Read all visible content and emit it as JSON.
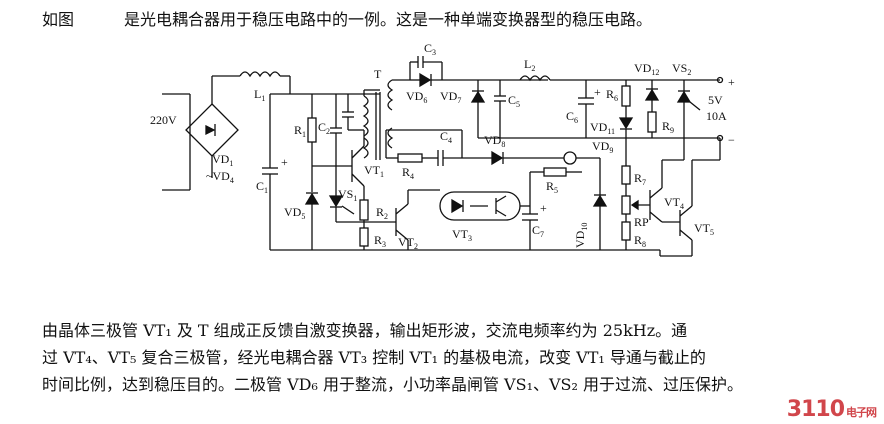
{
  "header": {
    "lead": "如图",
    "text": "是光电耦合器用于稳压电路中的一例。这是一种单端变换器型的稳压电路。"
  },
  "schematic": {
    "labels": {
      "ac": "220V",
      "vd1": "VD",
      "vd1_sub": "1",
      "vd1_range": "~VD",
      "vd1_range_sub": "4",
      "l1": "L",
      "l1_sub": "1",
      "c1": "C",
      "c1_sub": "1",
      "r1": "R",
      "r1_sub": "1",
      "c2": "C",
      "c2_sub": "2",
      "t": "T",
      "c3": "C",
      "c3_sub": "3",
      "vd6": "VD",
      "vd6_sub": "6",
      "vd7": "VD",
      "vd7_sub": "7",
      "c5": "C",
      "c5_sub": "5",
      "l2": "L",
      "l2_sub": "2",
      "vd12": "VD",
      "vd12_sub": "12",
      "vs2": "VS",
      "vs2_sub": "2",
      "out_v": "5V",
      "out_a": "10A",
      "plus": "+",
      "minus": "−",
      "r6": "R",
      "r6_sub": "6",
      "c6": "C",
      "c6_sub": "6",
      "vd11": "VD",
      "vd11_sub": "11",
      "r9": "R",
      "r9_sub": "9",
      "vd9": "VD",
      "vd9_sub": "9",
      "vt1": "VT",
      "vt1_sub": "1",
      "r4": "R",
      "r4_sub": "4",
      "c4": "C",
      "c4_sub": "4",
      "vd8": "VD",
      "vd8_sub": "8",
      "vd5": "VD",
      "vd5_sub": "5",
      "vs1": "VS",
      "vs1_sub": "1",
      "r2": "R",
      "r2_sub": "2",
      "r3": "R",
      "r3_sub": "3",
      "vt2": "VT",
      "vt2_sub": "2",
      "vt3": "VT",
      "vt3_sub": "3",
      "r5": "R",
      "r5_sub": "5",
      "c7": "C",
      "c7_sub": "7",
      "vd10": "VD",
      "vd10_sub": "10",
      "r7": "R",
      "r7_sub": "7",
      "rp": "RP",
      "r8": "R",
      "r8_sub": "8",
      "vt4": "VT",
      "vt4_sub": "4",
      "vt5": "VT",
      "vt5_sub": "5"
    }
  },
  "body": {
    "line1": "由晶体三极管 VT₁ 及 T 组成正反馈自激变换器，输出矩形波，交流电频率约为 25kHz。通",
    "line2": "过 VT₄、VT₅ 复合三极管，经光电耦合器 VT₃ 控制 VT₁ 的基极电流，改变 VT₁ 导通与截止的",
    "line3": "时间比例，达到稳压目的。二极管 VD₆ 用于整流，小功率晶闸管 VS₁、VS₂ 用于过流、过压保护。"
  },
  "watermark": {
    "brand": "3110",
    "site": "电子网"
  }
}
